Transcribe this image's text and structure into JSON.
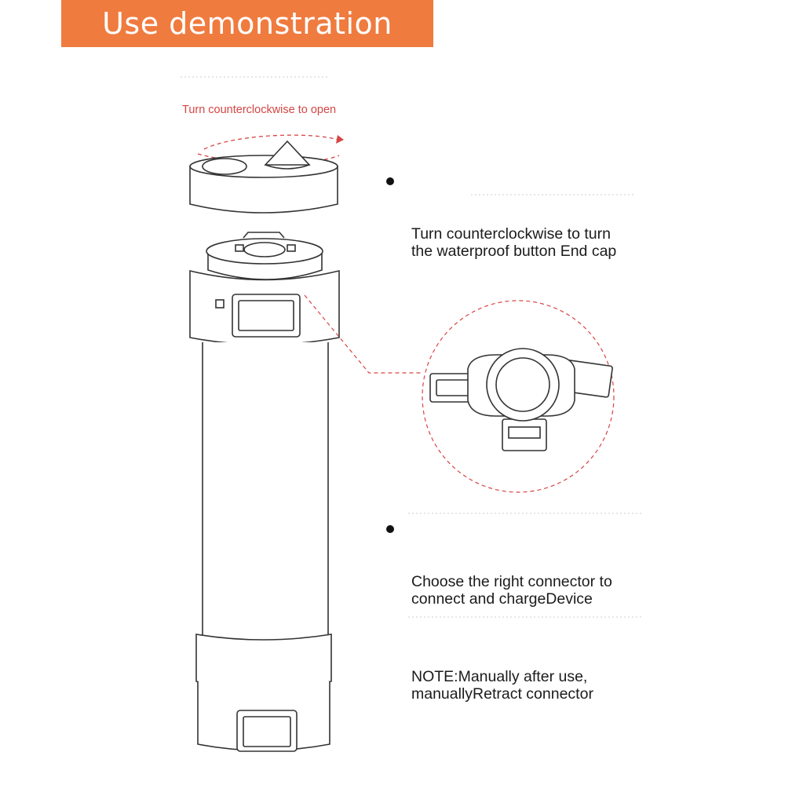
{
  "banner": {
    "title": "Use demonstration",
    "color": "#ef7b3f"
  },
  "illustration": {
    "cap_hint": "Turn counterclockwise to open",
    "hint_color": "#d64545",
    "icons": [
      "end-cap",
      "charging-connector-hub",
      "power-bank-body",
      "led-display"
    ]
  },
  "instructions": {
    "step1": [
      "Turn counterclockwise to turn",
      "the waterproof button End cap"
    ],
    "step2": [
      "Choose the right connector to",
      "connect and chargeDevice"
    ],
    "note": [
      "NOTE:Manually after use,",
      "manuallyRetract connector"
    ]
  }
}
